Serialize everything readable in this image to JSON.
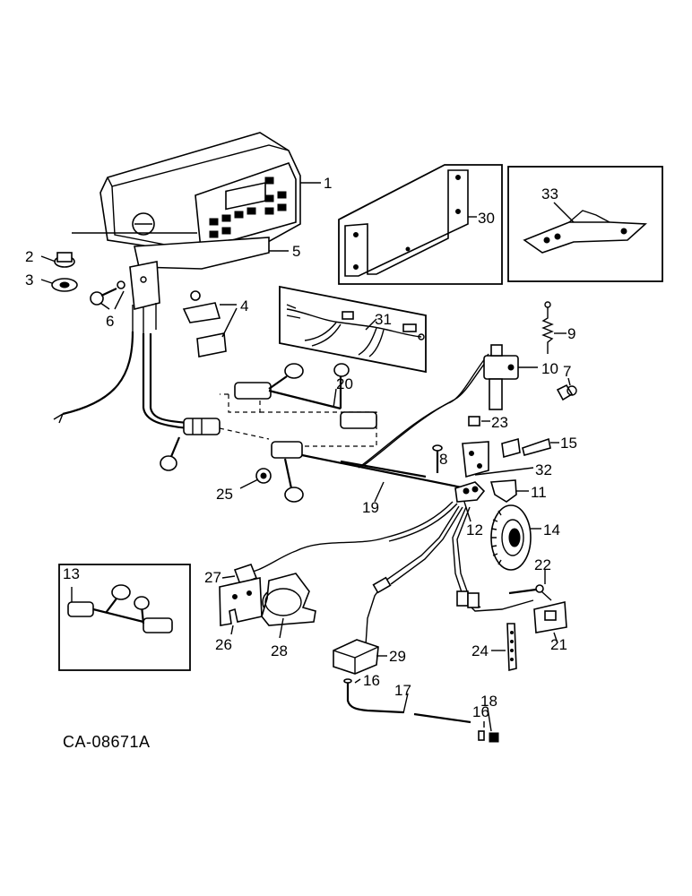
{
  "diagram": {
    "drawing_code": "CA-08671A",
    "callouts": {
      "c1": "1",
      "c2": "2",
      "c3": "3",
      "c4": "4",
      "c5": "5",
      "c6": "6",
      "c7": "7",
      "c8": "8",
      "c9": "9",
      "c10": "10",
      "c11": "11",
      "c12": "12",
      "c13": "13",
      "c14": "14",
      "c15": "15",
      "c16a": "16",
      "c16b": "16",
      "c17": "17",
      "c18": "18",
      "c19": "19",
      "c20": "20",
      "c21": "21",
      "c22": "22",
      "c23": "23",
      "c24": "24",
      "c25": "25",
      "c26": "26",
      "c27": "27",
      "c28": "28",
      "c29": "29",
      "c30": "30",
      "c31": "31",
      "c32": "32",
      "c33": "33"
    }
  }
}
